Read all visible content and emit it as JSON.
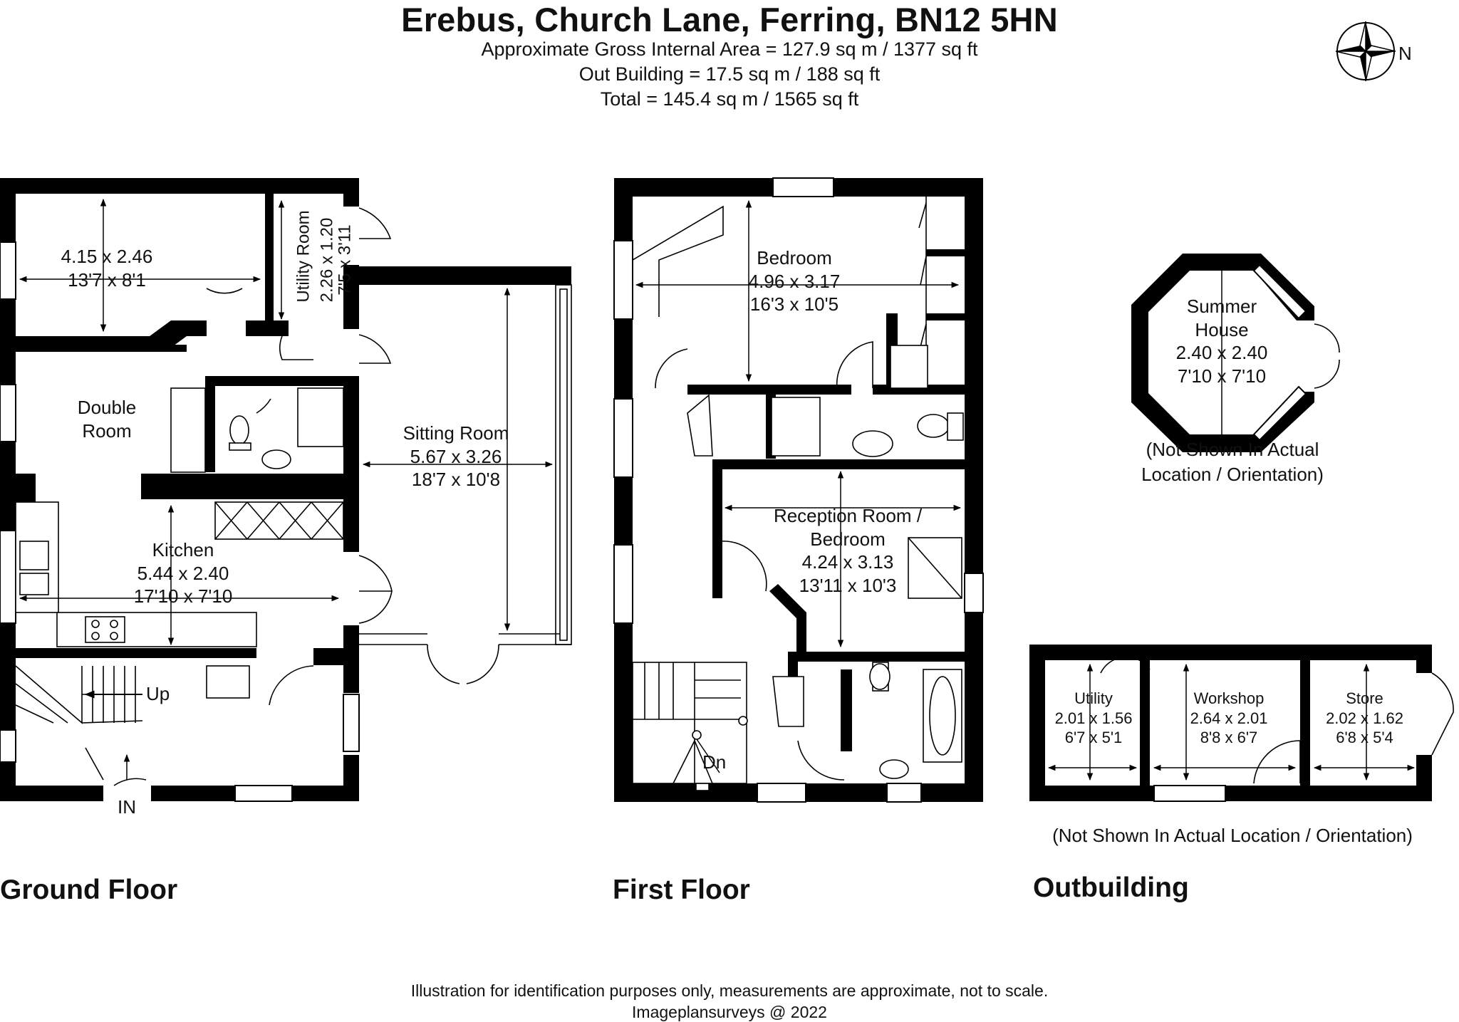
{
  "header": {
    "title": "Erebus, Church Lane, Ferring, BN12 5HN",
    "gross_internal_area": "Approximate Gross Internal Area = 127.9 sq m / 1377 sq ft",
    "out_building_area": "Out Building = 17.5 sq m / 188 sq ft",
    "total_area": "Total = 145.4 sq m / 1565 sq ft"
  },
  "compass": {
    "north_label": "N",
    "icon": "compass-rose-icon"
  },
  "ground_floor": {
    "title": "Ground Floor",
    "rooms": {
      "bedroom_unnamed": {
        "metric": "4.15 x 2.46",
        "imperial": "13'7 x 8'1"
      },
      "utility_room": {
        "name": "Utility Room",
        "metric": "2.26 x 1.20",
        "imperial": "7'5 x 3'11"
      },
      "double_room": {
        "name_line1": "Double",
        "name_line2": "Room"
      },
      "sitting_room": {
        "name": "Sitting Room",
        "metric": "5.67 x 3.26",
        "imperial": "18'7 x 10'8"
      },
      "kitchen": {
        "name": "Kitchen",
        "metric": "5.44 x 2.40",
        "imperial": "17'10 x 7'10"
      }
    },
    "stairs_label": "Up",
    "entrance_label": "IN"
  },
  "first_floor": {
    "title": "First Floor",
    "rooms": {
      "bedroom": {
        "name": "Bedroom",
        "metric": "4.96 x 3.17",
        "imperial": "16'3 x 10'5"
      },
      "reception": {
        "name_line1": "Reception Room /",
        "name_line2": "Bedroom",
        "metric": "4.24 x 3.13",
        "imperial": "13'11 x 10'3"
      }
    },
    "stairs_label": "Dn"
  },
  "summer_house": {
    "name_line1": "Summer",
    "name_line2": "House",
    "metric": "2.40 x 2.40",
    "imperial": "7'10 x 7'10",
    "note_line1": "(Not Shown In Actual",
    "note_line2": "Location / Orientation)"
  },
  "outbuilding": {
    "title": "Outbuilding",
    "note": "(Not Shown In Actual Location / Orientation)",
    "rooms": {
      "utility": {
        "name": "Utility",
        "metric": "2.01 x 1.56",
        "imperial": "6'7 x 5'1"
      },
      "workshop": {
        "name": "Workshop",
        "metric": "2.64 x 2.01",
        "imperial": "8'8 x 6'7"
      },
      "store": {
        "name": "Store",
        "metric": "2.02 x 1.62",
        "imperial": "6'8 x 5'4"
      }
    }
  },
  "footer": {
    "disclaimer": "Illustration for identification purposes only, measurements are approximate, not to scale.",
    "credit": "Imageplansurveys @ 2022"
  }
}
